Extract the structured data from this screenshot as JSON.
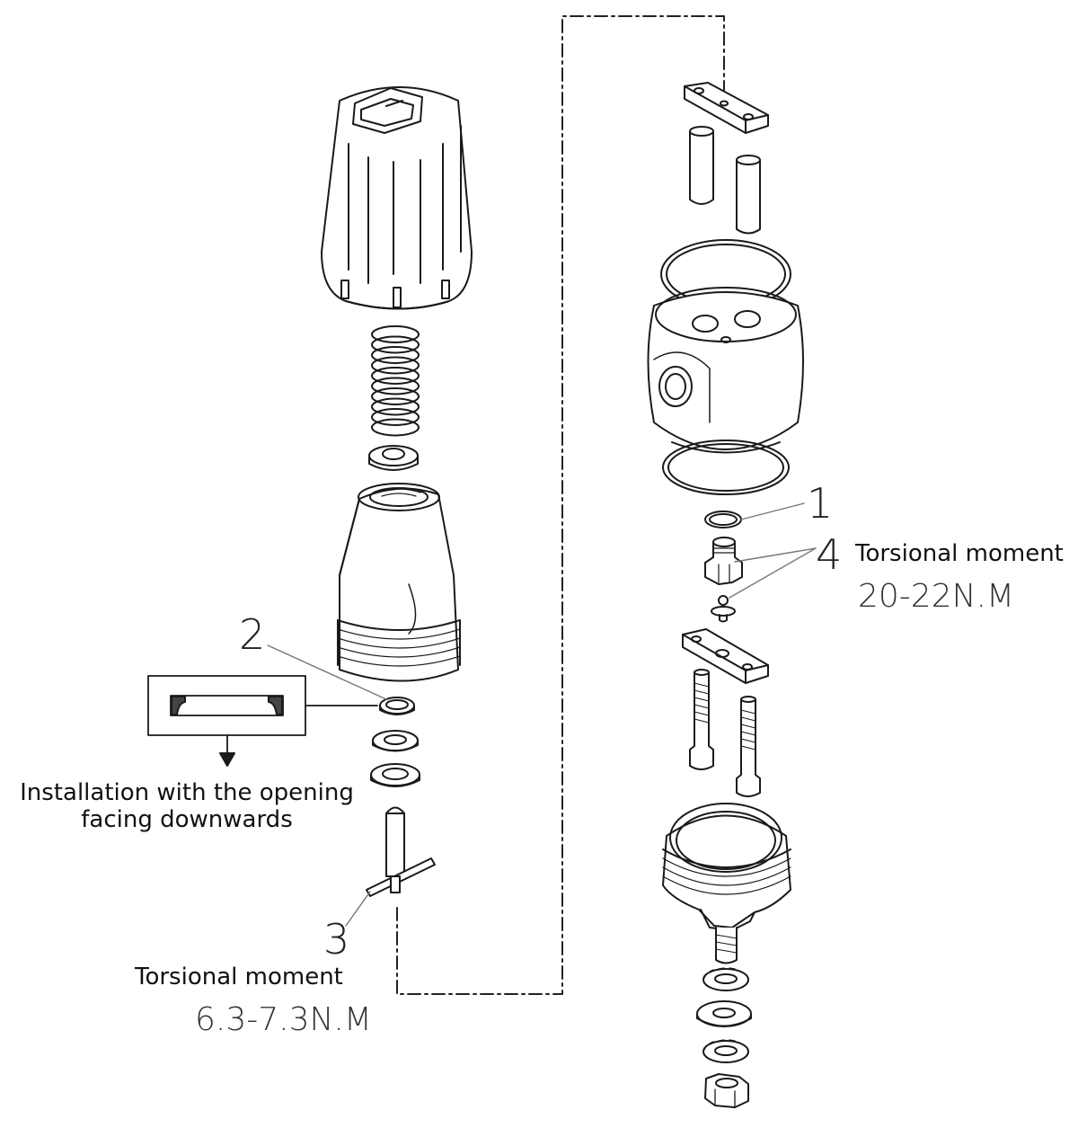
{
  "callouts": {
    "c1": {
      "number": "1"
    },
    "c2": {
      "number": "2"
    },
    "c3": {
      "number": "3",
      "caption": "Torsional moment",
      "value": "6.3-7.3N.M"
    },
    "c4": {
      "number": "4",
      "caption": "Torsional moment",
      "value": "20-22N.M"
    }
  },
  "install_note": {
    "line1": "Installation with the opening",
    "line2": "facing downwards"
  },
  "colors": {
    "stroke": "#1a1a1a",
    "leader": "#777777",
    "seal_fill": "#444444"
  }
}
